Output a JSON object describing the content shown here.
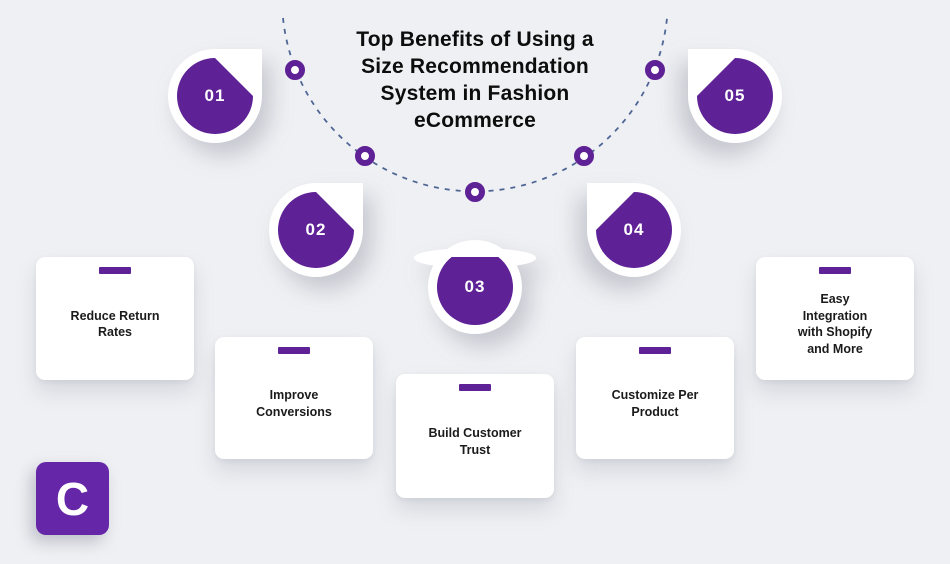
{
  "title": "Top Benefits of Using a\nSize Recommendation\nSystem in Fashion\neCommerce",
  "steps": [
    {
      "number": "01",
      "label": "Reduce Return\nRates"
    },
    {
      "number": "02",
      "label": "Improve\nConversions"
    },
    {
      "number": "03",
      "label": "Build Customer\nTrust"
    },
    {
      "number": "04",
      "label": "Customize Per\nProduct"
    },
    {
      "number": "05",
      "label": "Easy\nIntegration\nwith Shopify\nand More"
    }
  ],
  "logo": {
    "letter": "C"
  },
  "colors": {
    "background": "#eff0f3",
    "step_purple": "#5e2196",
    "logo_purple": "#6527a8",
    "dash_line": "#4f6695",
    "card_background": "#ffffff",
    "card_accent_bar": "#5e2196",
    "title_text": "#0d0d0d",
    "card_text": "#1b1b1b",
    "badge_number_text": "#ffffff"
  }
}
